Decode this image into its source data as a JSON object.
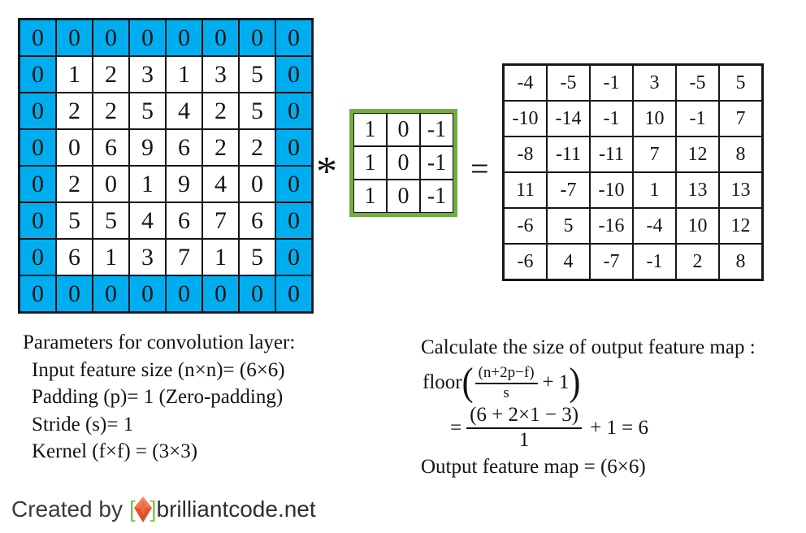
{
  "colors": {
    "padding_blue": "#00AEEF",
    "kernel_border_green": "#72AC44",
    "grid_line": "#161616",
    "bracket_green": "#7CC142",
    "diamond_orange": "#E2542D",
    "diamond_orange_light": "#F29B72"
  },
  "input_grid": {
    "rows": [
      [
        "0",
        "0",
        "0",
        "0",
        "0",
        "0",
        "0",
        "0"
      ],
      [
        "0",
        "1",
        "2",
        "3",
        "1",
        "3",
        "5",
        "0"
      ],
      [
        "0",
        "2",
        "2",
        "5",
        "4",
        "2",
        "5",
        "0"
      ],
      [
        "0",
        "0",
        "6",
        "9",
        "6",
        "2",
        "2",
        "0"
      ],
      [
        "0",
        "2",
        "0",
        "1",
        "9",
        "4",
        "0",
        "0"
      ],
      [
        "0",
        "5",
        "5",
        "4",
        "6",
        "7",
        "6",
        "0"
      ],
      [
        "0",
        "6",
        "1",
        "3",
        "7",
        "1",
        "5",
        "0"
      ],
      [
        "0",
        "0",
        "0",
        "0",
        "0",
        "0",
        "0",
        "0"
      ]
    ]
  },
  "operator_asterisk": "*",
  "kernel_grid": {
    "rows": [
      [
        "1",
        "0",
        "-1"
      ],
      [
        "1",
        "0",
        "-1"
      ],
      [
        "1",
        "0",
        "-1"
      ]
    ]
  },
  "operator_equals": "=",
  "output_grid": {
    "rows": [
      [
        "-4",
        "-5",
        "-1",
        "3",
        "-5",
        "5"
      ],
      [
        "-10",
        "-14",
        "-1",
        "10",
        "-1",
        "7"
      ],
      [
        "-8",
        "-11",
        "-11",
        "7",
        "12",
        "8"
      ],
      [
        "11",
        "-7",
        "-10",
        "1",
        "13",
        "13"
      ],
      [
        "-6",
        "5",
        "-16",
        "-4",
        "10",
        "12"
      ],
      [
        "-6",
        "4",
        "-7",
        "-1",
        "2",
        "8"
      ]
    ]
  },
  "parameters": {
    "title": "Parameters for convolution layer:",
    "lines": [
      "Input feature size (n×n)= (6×6)",
      "Padding (p)= 1 (Zero-padding)",
      "Stride (s)= 1",
      "Kernel (f×f) = (3×3)"
    ]
  },
  "calculation": {
    "title": "Calculate the size of output feature map :",
    "floor_label": "floor",
    "paren_open": "(",
    "paren_close": ")",
    "frac1_num": "(n+2p−f)",
    "frac1_den": "s",
    "frac1_tail": "+ 1",
    "eq_sign": "=",
    "frac2_num": "(6 + 2×1 − 3)",
    "frac2_den": "1",
    "frac2_tail": "+ 1 = 6",
    "output_line": "Output feature map = (6×6)"
  },
  "footer": {
    "created_by": "Created by",
    "bracket_open": "[",
    "bracket_close": "]",
    "site": "brilliantcode.net"
  }
}
